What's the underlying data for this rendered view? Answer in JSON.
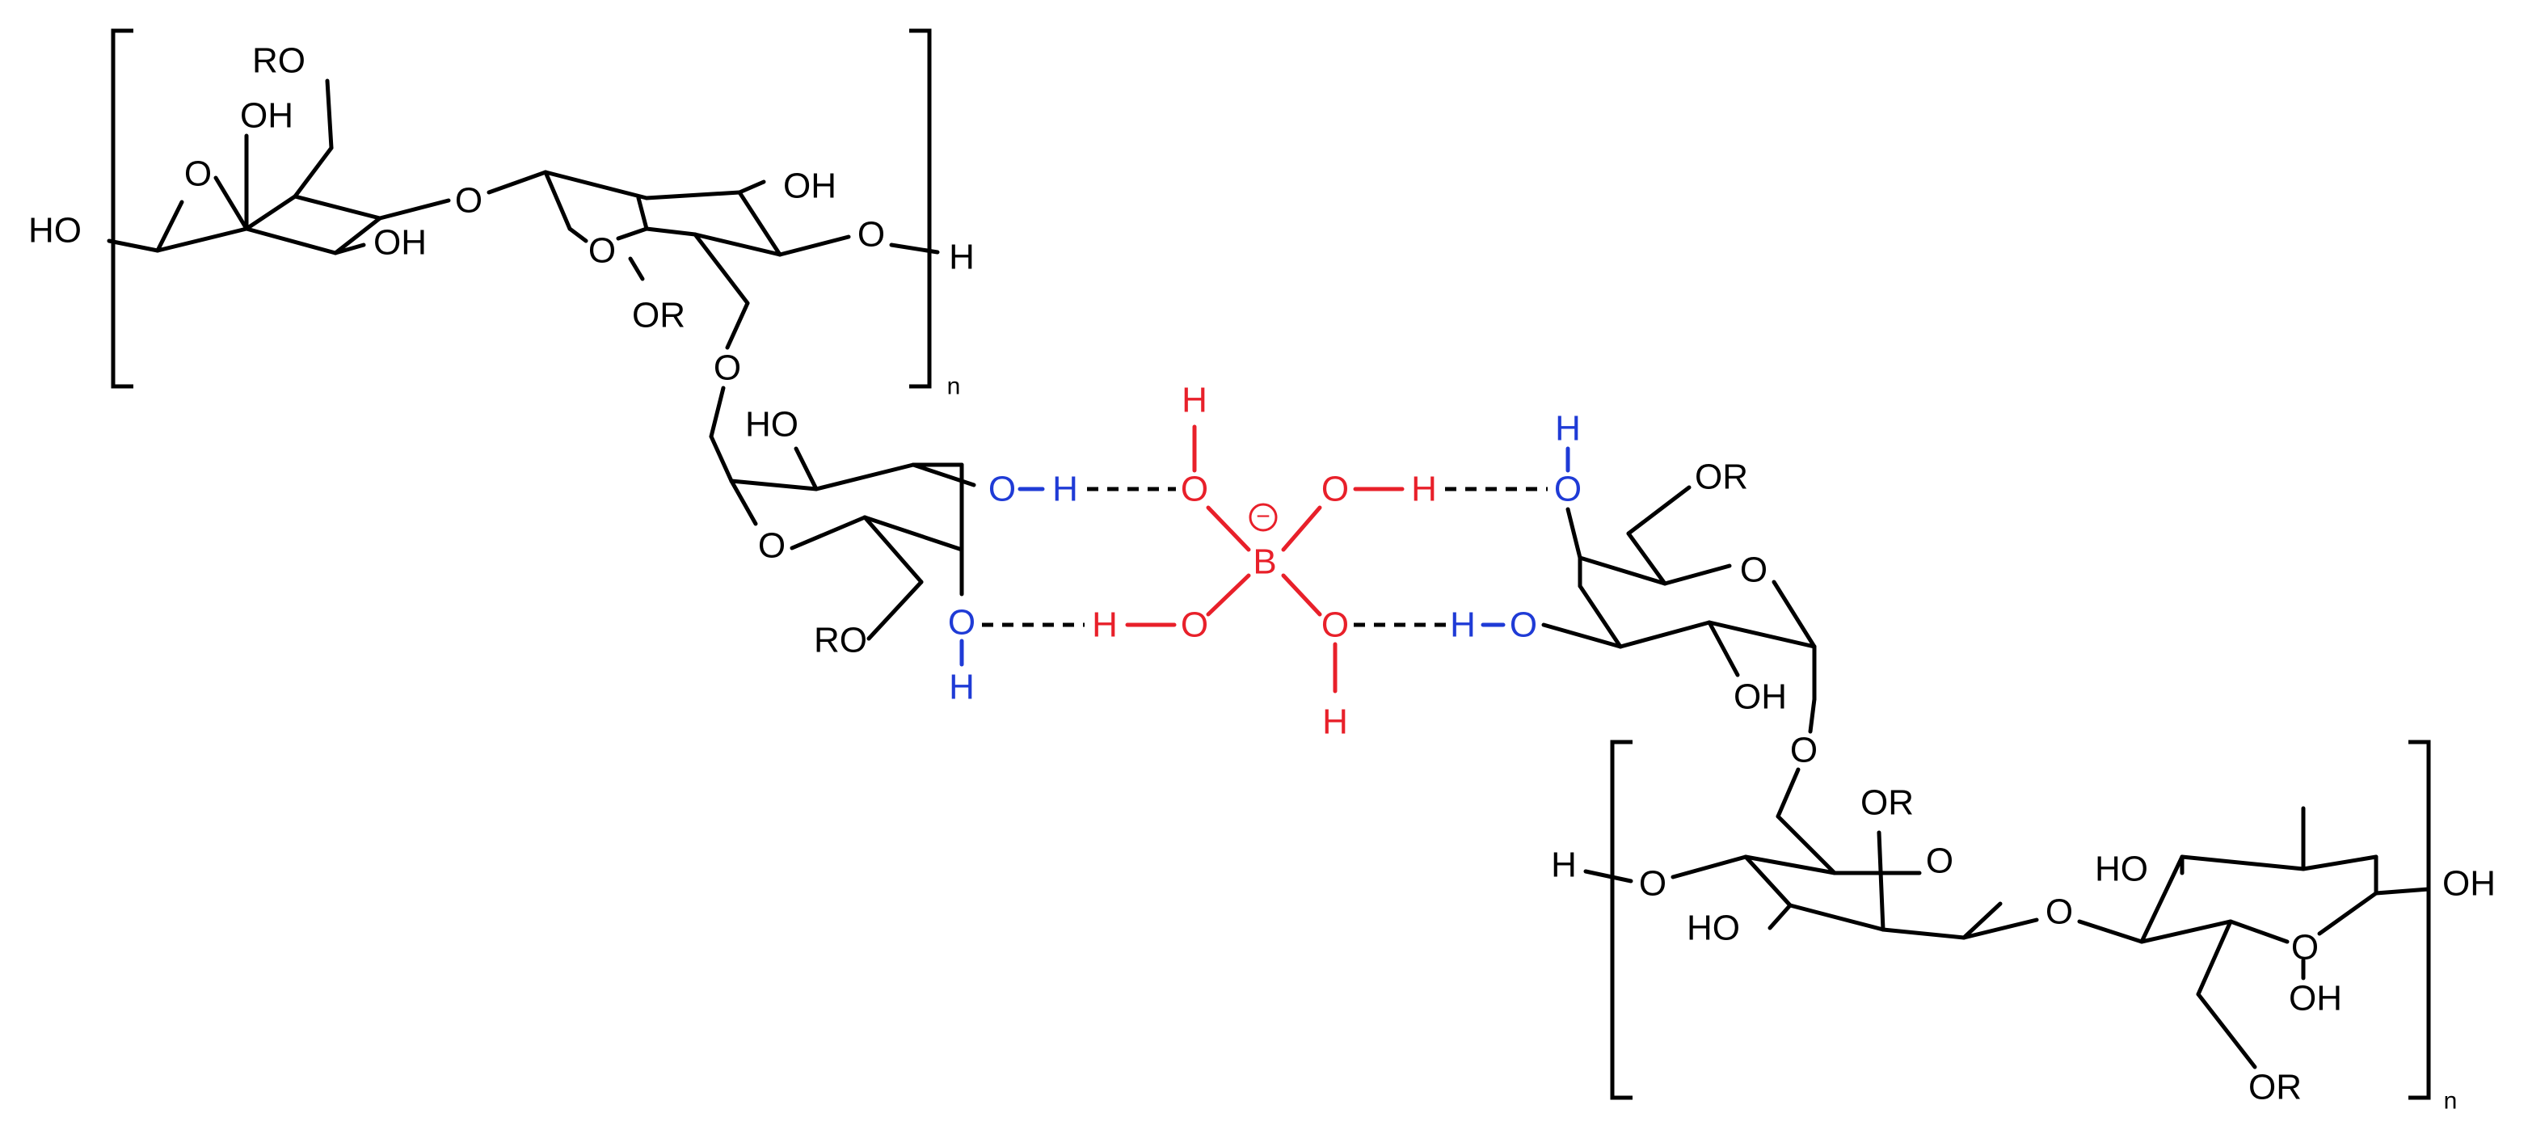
{
  "colors": {
    "bond": "#000000",
    "borate": "#e8202a",
    "hydroxyl_blue": "#1f3bd6"
  },
  "labels": {
    "ro": "RO",
    "or": "OR",
    "oh": "OH",
    "ho": "HO",
    "o": "O",
    "h": "H",
    "b": "B",
    "n": "n",
    "minus": "−"
  }
}
